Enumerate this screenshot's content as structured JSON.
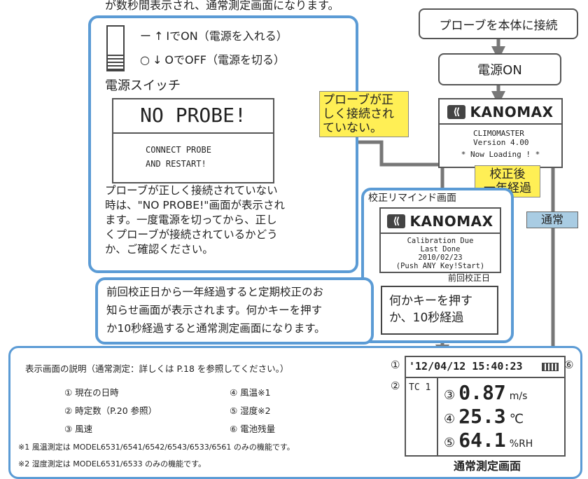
{
  "top_text": "が数秒間表示され、通常測定画面になります。",
  "switch": {
    "on_line": "ーↁIでON（電源を入れる）",
    "on_dash": "ー",
    "on_arrow": "↑",
    "on_label": "IでON（電源を入れる）",
    "off_circle": "○",
    "off_arrow": "↓",
    "off_label": "OでOFF（電源を切る）",
    "caption": "電源スイッチ"
  },
  "no_probe": {
    "title": "NO PROBE!",
    "line1": "CONNECT PROBE",
    "line2": "AND RESTART!",
    "desc": [
      "プローブが正しく接続されていない",
      "時は、\"NO PROBE!\"画面が表示され",
      "ます。一度電源を切ってから、正し",
      "くプローブが接続されているかどう",
      "か、ご確認ください。"
    ]
  },
  "flow": {
    "connect": "プローブを本体に接続",
    "power_on": "電源ON",
    "not_connected": [
      "プローブが正",
      "しく接続され",
      "ていない。"
    ],
    "calib_after": [
      "校正後",
      "一年経過"
    ],
    "normal": "通常"
  },
  "kanomax_screen": {
    "brand": "KANOMAX",
    "model": "CLIMOMASTER",
    "version": "Version 4.00",
    "loading": "* Now Loading ! *"
  },
  "reminder": {
    "label": "校正リマインド画面",
    "brand": "KANOMAX",
    "line1": "Calibration Due",
    "line2": "Last Done",
    "line3": "2010/02/23",
    "line4": "(Push ANY Key!Start)",
    "prev_label": "前回校正日",
    "key_box": [
      "何かキーを押す",
      "か、10秒経過"
    ]
  },
  "reminder_desc": [
    "前回校正日から一年経過すると定期校正のお",
    "知らせ画面が表示されます。何かキーを押す",
    "か10秒経過すると通常測定画面になります。"
  ],
  "legend": {
    "heading": "表示画面の説明（通常測定：詳しくは P.18 を参照してください。）",
    "items": [
      "① 現在の日時",
      "② 時定数（P.20 参照）",
      "③ 風速",
      "④ 風温※1",
      "⑤ 湿度※2",
      "⑥ 電池残量"
    ],
    "note1": "※1 風温測定は MODEL6531/6541/6542/6543/6533/6561 のみの機能です。",
    "note2": "※2 湿度測定は MODEL6531/6533 のみの機能です。"
  },
  "normal_screen": {
    "m1": "①",
    "m2": "②",
    "m6": "⑥",
    "datetime": "'12/04/12 15:40:23",
    "tc": "TC 1",
    "r3_num": "③",
    "r3_val": "0.87",
    "r3_unit": "m/s",
    "r4_num": "④",
    "r4_val": "25.3",
    "r4_unit": "℃",
    "r5_num": "⑤",
    "r5_val": "64.1",
    "r5_unit": "%RH",
    "caption": "通常測定画面"
  },
  "colors": {
    "frame_blue": "#5b9bd5",
    "note_yellow": "#ffef55",
    "normal_blue": "#a9cce3",
    "arrow_gray": "#777777"
  }
}
